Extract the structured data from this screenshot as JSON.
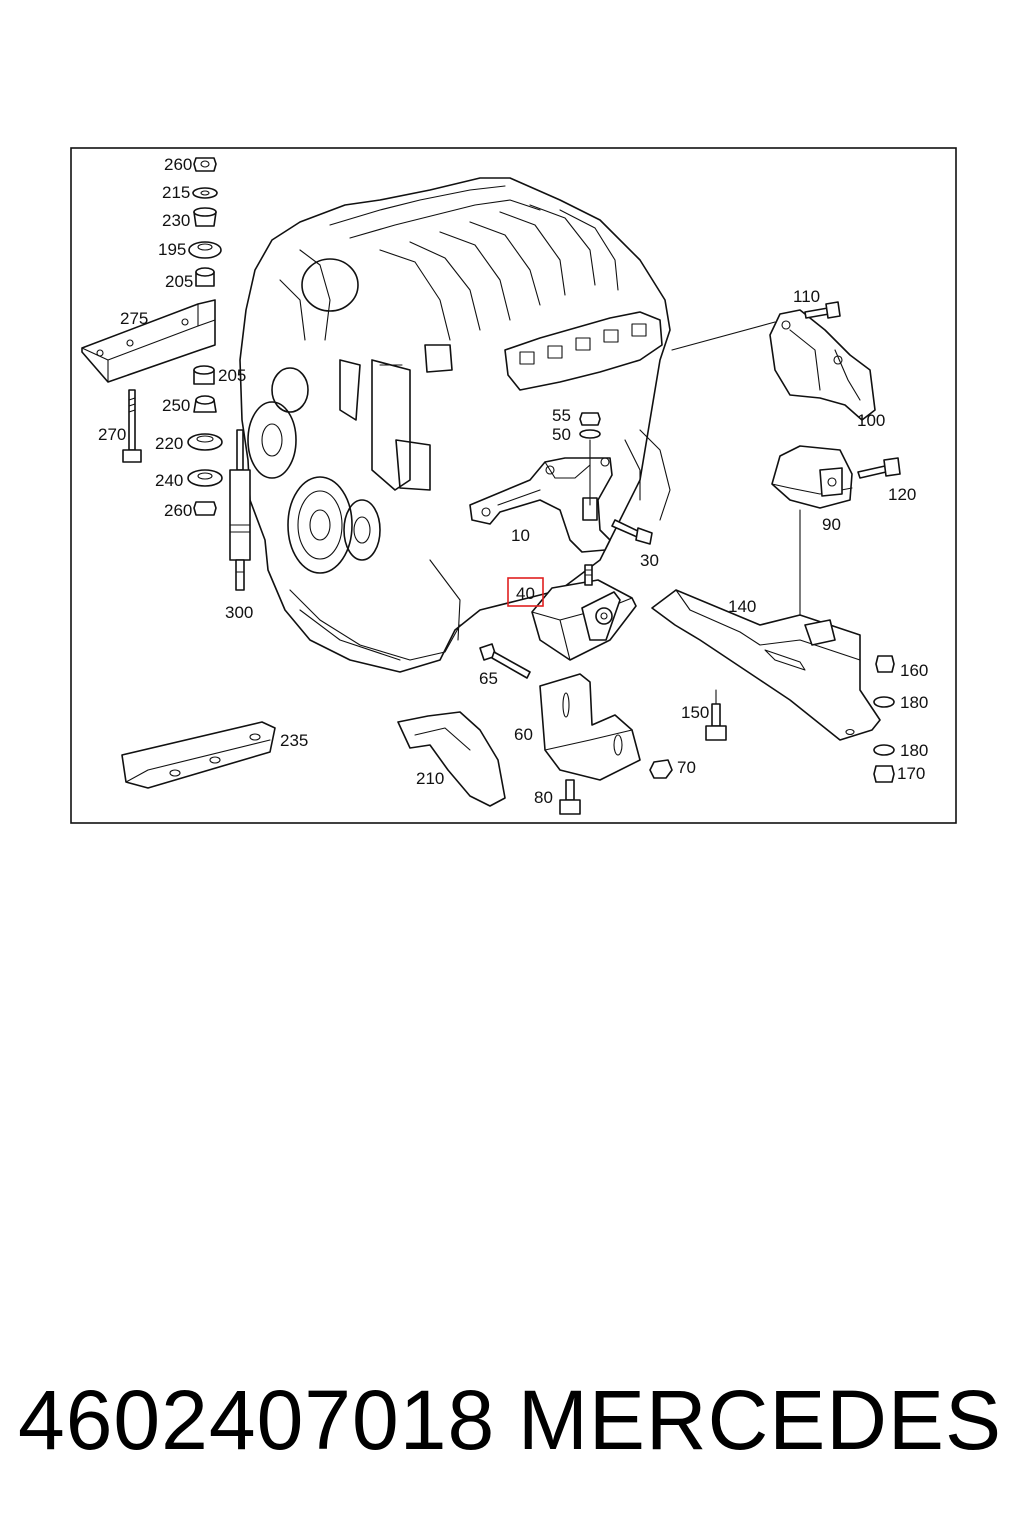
{
  "callouts": {
    "c260a": "260",
    "c215": "215",
    "c230": "230",
    "c195": "195",
    "c205a": "205",
    "c275": "275",
    "c205b": "205",
    "c250": "250",
    "c270": "270",
    "c220": "220",
    "c240": "240",
    "c260b": "260",
    "c300": "300",
    "c55": "55",
    "c50": "50",
    "c10": "10",
    "c30": "30",
    "c40": "40",
    "c65": "65",
    "c60": "60",
    "c70": "70",
    "c80": "80",
    "c210": "210",
    "c235": "235",
    "c110": "110",
    "c100": "100",
    "c120": "120",
    "c90": "90",
    "c140": "140",
    "c160": "160",
    "c180a": "180",
    "c150": "150",
    "c180b": "180",
    "c170": "170"
  },
  "highlight": {
    "part": "40",
    "color": "#e02020"
  },
  "footer": {
    "part_number": "4602407018",
    "manufacturer": "MERCEDES"
  }
}
